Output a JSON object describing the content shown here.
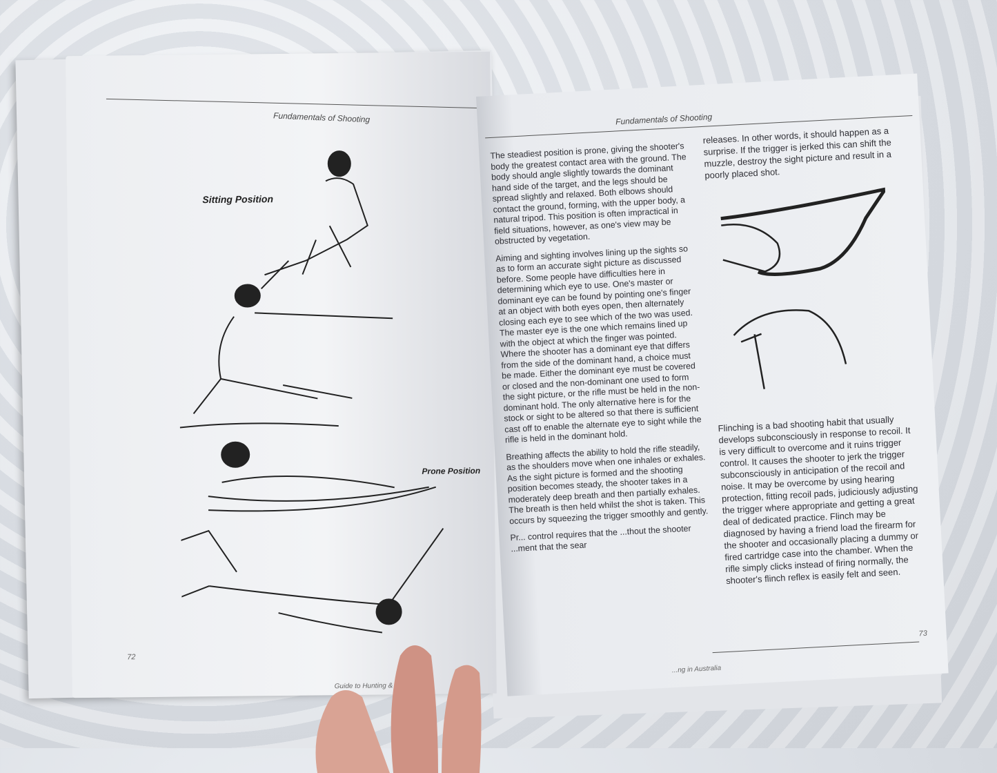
{
  "left_page": {
    "running_head": "Fundamentals of Shooting",
    "captions": [
      "Sitting Position",
      "Prone Position"
    ],
    "page_number": "72",
    "footer": "Guide to Hunting & Shooting"
  },
  "right_page": {
    "running_head": "Fundamentals of Shooting",
    "col1": [
      "The steadiest position is prone, giving the shooter's body the greatest contact area with the ground. The body should angle slightly towards the dominant hand side of the target, and the legs should be spread slightly and relaxed. Both elbows should contact the ground, forming, with the upper body, a natural tripod. This position is often impractical in field situations, however, as one's view may be obstructed by vegetation.",
      "Aiming and sighting involves lining up the sights so as to form an accurate sight picture as discussed before. Some people have difficulties here in determining which eye to use. One's master or dominant eye can be found by pointing one's finger at an object with both eyes open, then alternately closing each eye to see which of the two was used. The master eye is the one which remains lined up with the object at which the finger was pointed. Where the shooter has a dominant eye that differs from the side of the dominant hand, a choice must be made. Either the dominant eye must be covered or closed and the non-dominant one used to form the sight picture, or the rifle must be held in the non-dominant hold. The only alternative here is for the stock or sight to be altered so that there is sufficient cast off to enable the alternate eye to sight while the rifle is held in the dominant hold.",
      "Breathing affects the ability to hold the rifle steadily, as the shoulders move when one inhales or exhales. As the sight picture is formed and the shooting position becomes steady, the shooter takes in a moderately deep breath and then partially exhales. The breath is then held whilst the shot is taken. This occurs by squeezing the trigger smoothly and gently.",
      "Pr... control requires that the ...thout the shooter ...ment that the sear"
    ],
    "col2": [
      "releases. In other words, it should happen as a surprise. If the trigger is jerked this can shift the muzzle, destroy the sight picture and result in a poorly placed shot.",
      "Flinching is a bad shooting habit that usually develops subconsciously in response to recoil. It is very difficult to overcome and it ruins trigger control. It causes the shooter to jerk the trigger subconsciously in anticipation of the recoil and noise. It may be overcome by using hearing protection, fitting recoil pads, judiciously adjusting the trigger where appropriate and getting a great deal of dedicated practice. Flinch may be diagnosed by having a friend load the firearm for the shooter and occasionally placing a dummy or fired cartridge case into the chamber. When the rifle simply clicks instead of firing normally, the shooter's flinch reflex is easily felt and seen."
    ],
    "page_number": "73",
    "footer": "...ng in Australia"
  }
}
